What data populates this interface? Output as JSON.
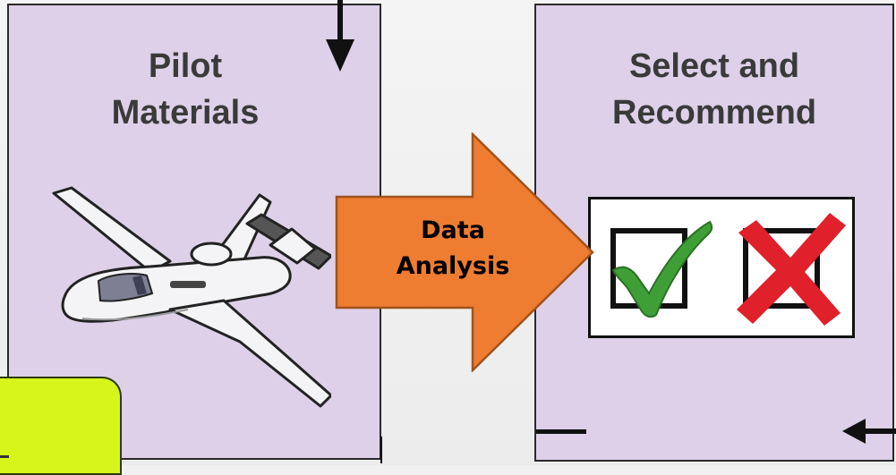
{
  "panels": {
    "left": {
      "title_lines": [
        "Pilot",
        "Materials"
      ]
    },
    "right": {
      "title_lines": [
        "Select and",
        "Recommend"
      ]
    }
  },
  "arrow": {
    "label_lines": [
      "Data",
      "Analysis"
    ],
    "fill_color": "#ee7c31",
    "border_color": "#a0521d"
  },
  "colors": {
    "panel_fill": "#ddd0e8",
    "check_green": "#3f9f37",
    "cross_red": "#e0202a",
    "callout_fill": "#d6f51a"
  },
  "icons": {
    "left_panel": [
      "down-arrow-icon",
      "airplane-icon"
    ],
    "right_panel": [
      "check-mark-icon",
      "cross-mark-icon",
      "left-arrow-icon"
    ]
  }
}
